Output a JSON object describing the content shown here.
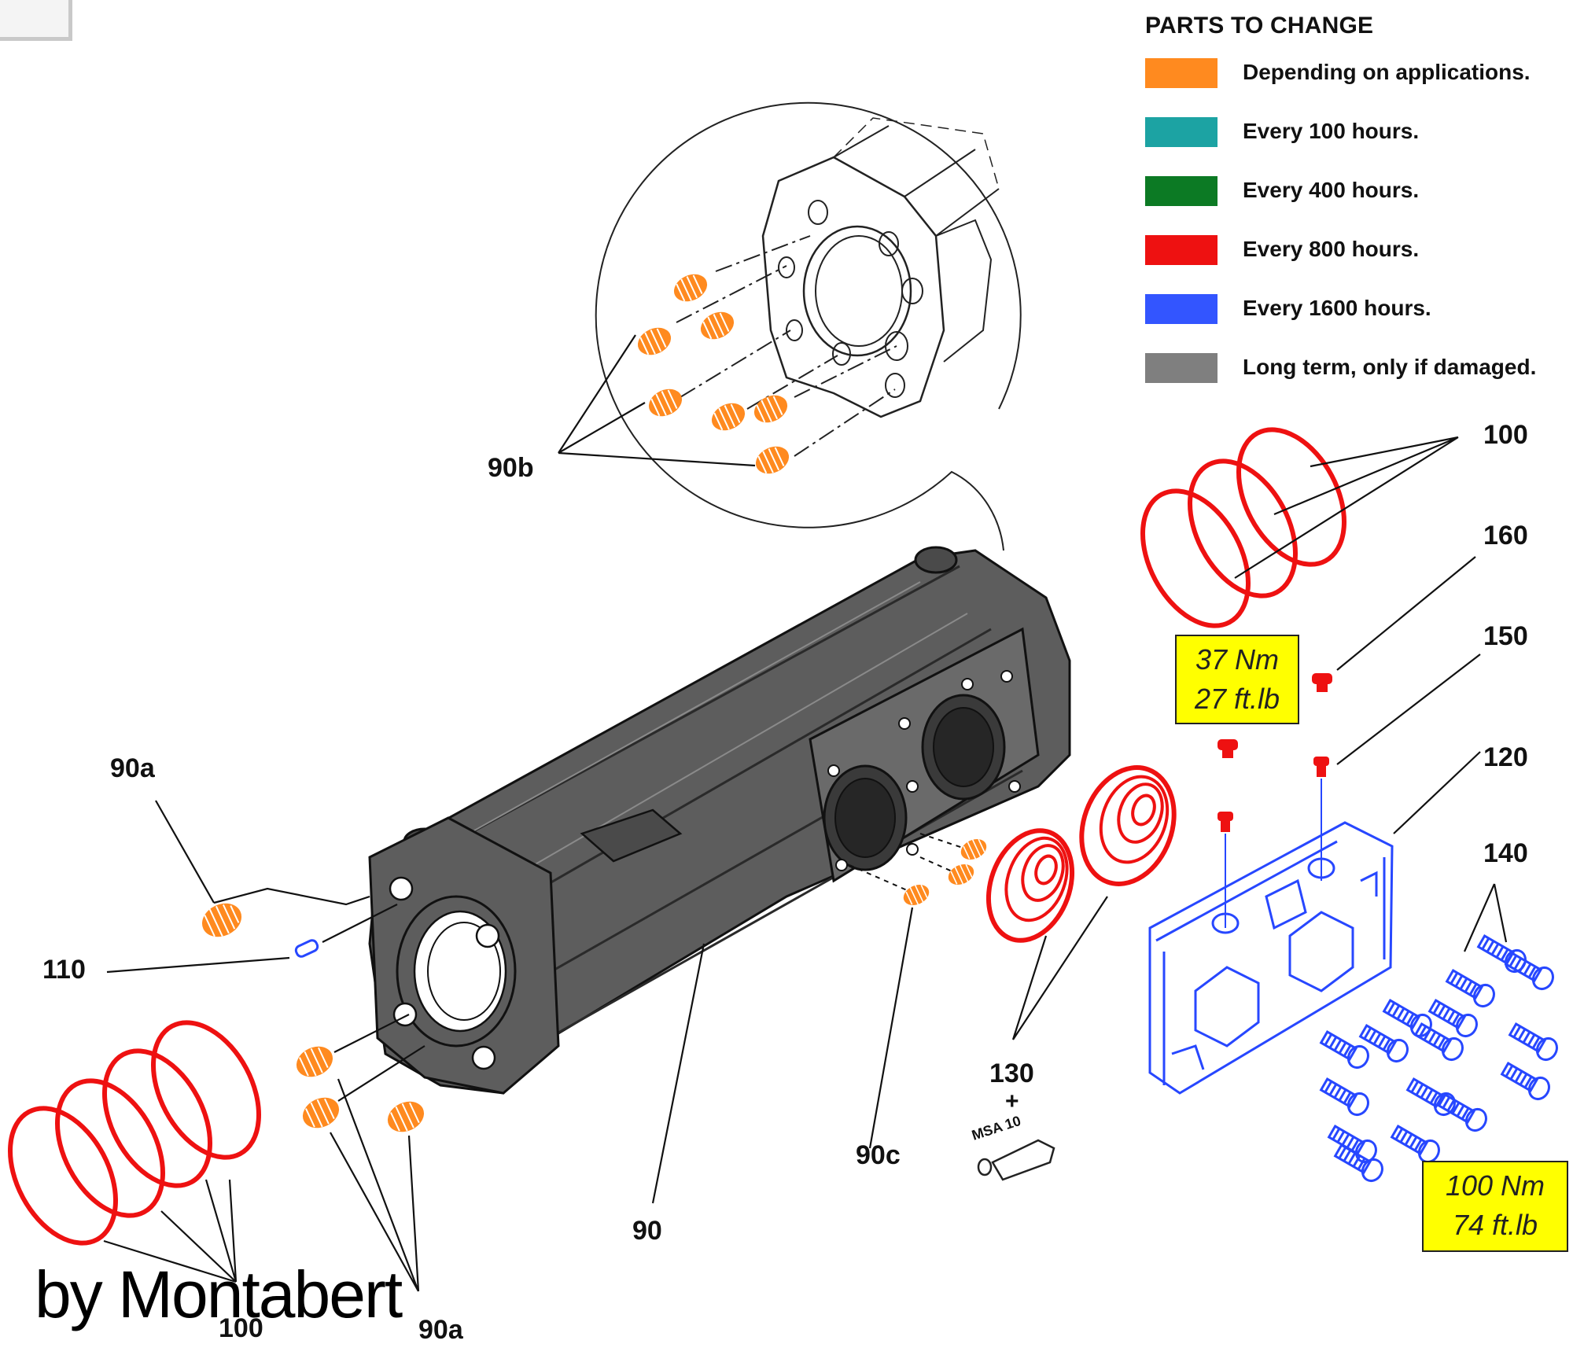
{
  "legend": {
    "title": "PARTS TO CHANGE",
    "items": [
      {
        "label": "Depending on applications.",
        "color": "#ff8a1f"
      },
      {
        "label": "Every 100 hours.",
        "color": "#1ca3a3"
      },
      {
        "label": "Every 400 hours.",
        "color": "#0c7a24"
      },
      {
        "label": "Every 800 hours.",
        "color": "#ee1111"
      },
      {
        "label": "Every 1600 hours.",
        "color": "#3355ff"
      },
      {
        "label": "Long term, only if damaged.",
        "color": "#7f7f7f"
      }
    ]
  },
  "torque": [
    {
      "line1": "37 Nm",
      "line2": "27 ft.lb"
    },
    {
      "line1": "100 Nm",
      "line2": "74 ft.lb"
    }
  ],
  "callouts": {
    "c90b": "90b",
    "c100_top": "100",
    "c160": "160",
    "c150": "150",
    "c120": "120",
    "c140": "140",
    "c90a_left": "90a",
    "c110": "110",
    "c130": "130",
    "c130_plus": "+",
    "c90c": "90c",
    "c90": "90",
    "c100_bottom": "100",
    "c90a_bottom": "90a"
  },
  "tube_label": "MSA 10",
  "brand": "by Montabert",
  "colors": {
    "orange": "#ff8a1f",
    "red": "#ee1111",
    "blue": "#2747ff",
    "body": "#5d5d5d",
    "line": "#111111"
  }
}
